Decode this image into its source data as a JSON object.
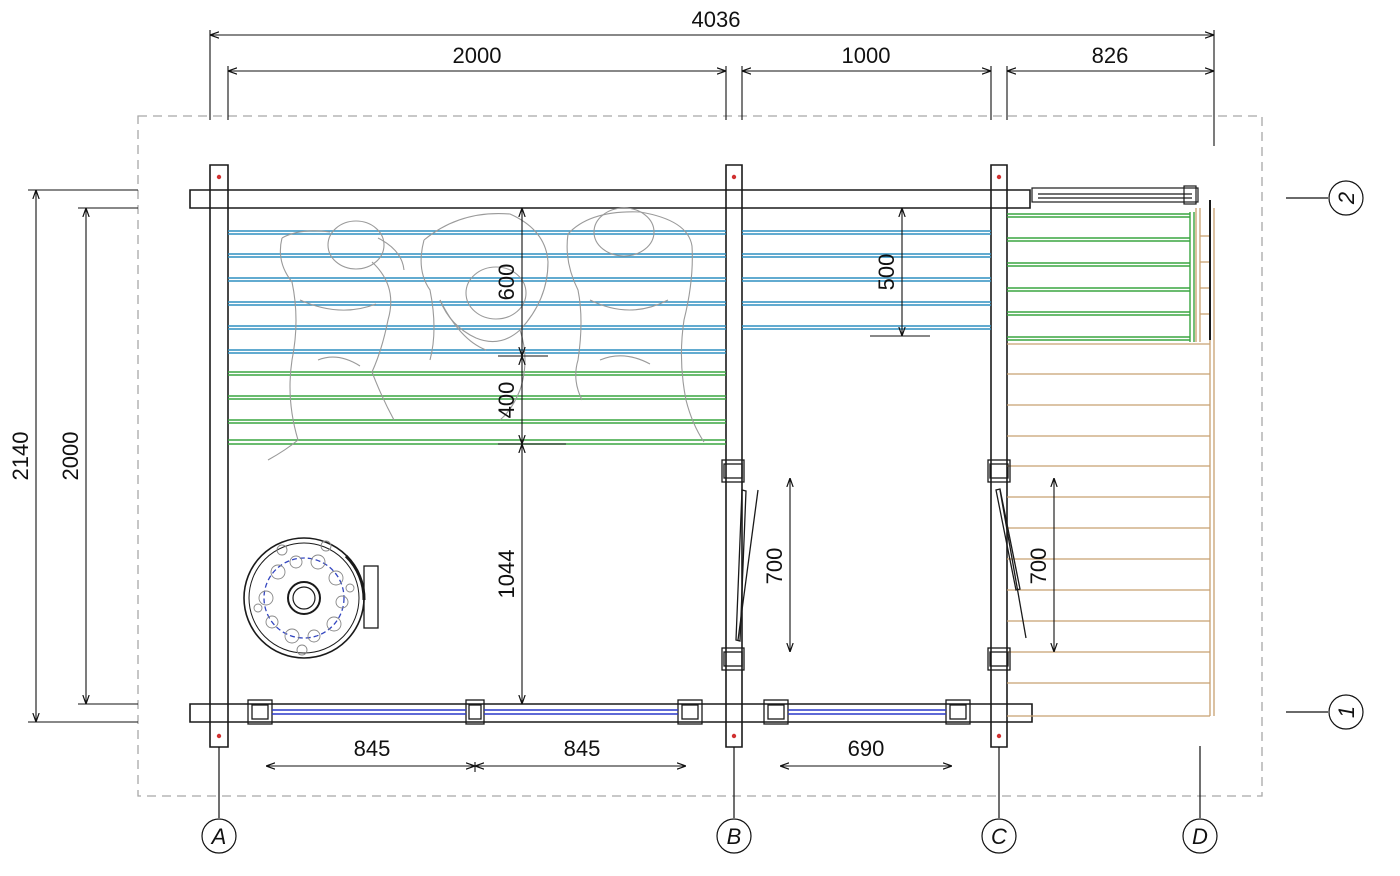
{
  "plan": {
    "dimensions": {
      "overall_width": "4036",
      "section_ab": "2000",
      "section_bc": "1000",
      "section_cd": "826",
      "overall_height": "2140",
      "inner_height": "2000",
      "upper_bench": "600",
      "lower_bench": "400",
      "floor_depth": "1044",
      "washroom_bench": "500",
      "door_bc": "700",
      "door_terrace": "700",
      "window_left": "845",
      "window_right": "845",
      "window_washroom": "690"
    },
    "axes": {
      "a": "A",
      "b": "B",
      "c": "C",
      "d": "D",
      "row1": "1",
      "row2": "2"
    }
  },
  "colors": {
    "wall": "#1a1a1a",
    "bench_upper": "#2f8fc0",
    "bench_lower": "#3aa640",
    "terrace_deck": "#c8a070",
    "window_glass": "#2a38c8",
    "heater_stones": "#3346c0",
    "figures": "#9a9a9a",
    "boundary": "#a8a8a8",
    "marker": "#d03030"
  }
}
